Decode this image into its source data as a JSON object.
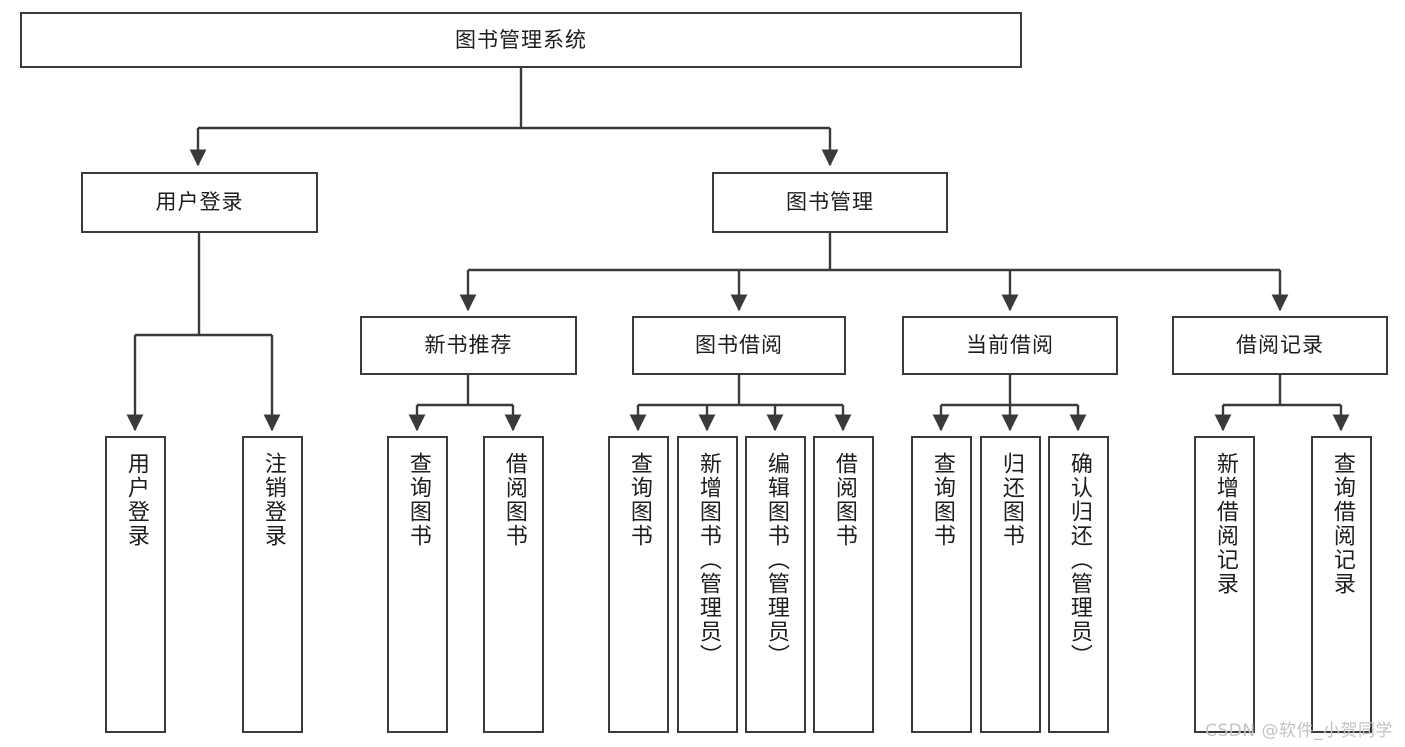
{
  "diagram": {
    "type": "tree-hierarchy",
    "title": "图书管理系统",
    "levels": 4,
    "colors": {
      "stroke": "#3a3a3a",
      "fill": "#ffffff",
      "text": "#1d1d1d",
      "watermark": "#c3c3c3"
    },
    "nodes": {
      "root": {
        "label": "图书管理系统"
      },
      "level2": [
        {
          "id": "user-login",
          "label": "用户登录"
        },
        {
          "id": "book-management",
          "label": "图书管理"
        }
      ],
      "level3": [
        {
          "id": "new-book-recommend",
          "label": "新书推荐"
        },
        {
          "id": "book-borrow",
          "label": "图书借阅"
        },
        {
          "id": "current-borrow",
          "label": "当前借阅"
        },
        {
          "id": "borrow-record",
          "label": "借阅记录"
        }
      ],
      "leaves": {
        "user_login": [
          {
            "id": "leaf-user-login",
            "label": "用户登录"
          },
          {
            "id": "leaf-logout-login",
            "label": "注销登录"
          }
        ],
        "new_book_recommend": [
          {
            "id": "leaf-query-book-1",
            "label": "查询图书"
          },
          {
            "id": "leaf-borrow-book-1",
            "label": "借阅图书"
          }
        ],
        "book_borrow": [
          {
            "id": "leaf-query-book-2",
            "label": "查询图书"
          },
          {
            "id": "leaf-add-book",
            "label": "新增图书（管理员）"
          },
          {
            "id": "leaf-edit-book",
            "label": "编辑图书（管理员）"
          },
          {
            "id": "leaf-borrow-book-2",
            "label": "借阅图书"
          }
        ],
        "current_borrow": [
          {
            "id": "leaf-query-book-3",
            "label": "查询图书"
          },
          {
            "id": "leaf-return-book",
            "label": "归还图书"
          },
          {
            "id": "leaf-confirm-return",
            "label": "确认归还（管理员）"
          }
        ],
        "borrow_record": [
          {
            "id": "leaf-add-borrow-record",
            "label": "新增借阅记录"
          },
          {
            "id": "leaf-query-borrow-record",
            "label": "查询借阅记录"
          }
        ]
      }
    },
    "watermark": "CSDN @软件_小贺同学"
  }
}
